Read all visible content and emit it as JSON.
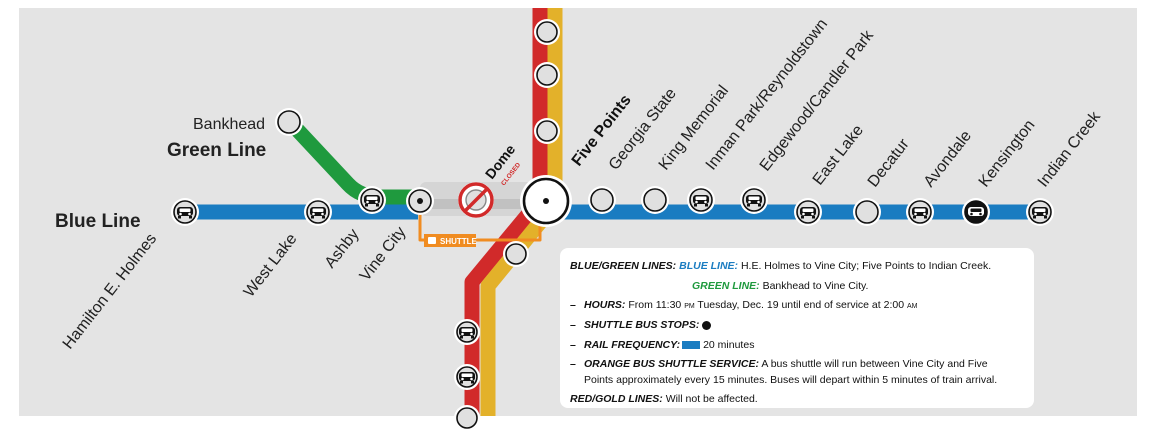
{
  "lines": {
    "blue_label": "Blue Line",
    "green_label": "Green Line"
  },
  "colors": {
    "background": "#e4e4e4",
    "blue_line": "#1a7cc1",
    "green_line": "#1f9a3e",
    "red_line": "#d12a2a",
    "gold_line": "#e3b12a",
    "shuttle": "#f08c21",
    "closed": "#d12a2a"
  },
  "stations": {
    "hamilton": "Hamilton E. Holmes",
    "west_lake": "West Lake",
    "ashby": "Ashby",
    "vine_city": "Vine City",
    "bankhead": "Bankhead",
    "dome": "Dome",
    "dome_status": "CLOSED",
    "five_points": "Five Points",
    "georgia_state": "Georgia State",
    "king_memorial": "King Memorial",
    "inman_park": "Inman Park/Reynoldstown",
    "edgewood": "Edgewood/Candler Park",
    "east_lake": "East Lake",
    "decatur": "Decatur",
    "avondale": "Avondale",
    "kensington": "Kensington",
    "indian_creek": "Indian Creek"
  },
  "shuttle_label": "SHUTTLE",
  "info": {
    "blue_green_label": "BLUE/GREEN LINES:",
    "blue_line_label": "BLUE LINE:",
    "blue_line_text": "H.E. Holmes to Vine City; Five Points to Indian Creek.",
    "green_line_label": "GREEN LINE:",
    "green_line_text": "Bankhead to Vine City.",
    "hours_label": "HOURS:",
    "hours_text_1": "From 11:30",
    "hours_pm": "PM",
    "hours_text_2": "Tuesday, Dec. 19 until end of service at 2:00",
    "hours_am": "AM",
    "shuttle_stops_label": "SHUTTLE BUS STOPS:",
    "rail_frequency_label": "RAIL FREQUENCY:",
    "rail_frequency_text": "20 minutes",
    "orange_label": "ORANGE BUS SHUTTLE SERVICE:",
    "orange_text_1": "A bus shuttle will run between Vine City and Five",
    "orange_text_2": "Points approximately every 15 minutes. Buses will depart within 5 minutes of train arrival.",
    "red_gold_label": "RED/GOLD LINES:",
    "red_gold_text": "Will not be affected."
  }
}
